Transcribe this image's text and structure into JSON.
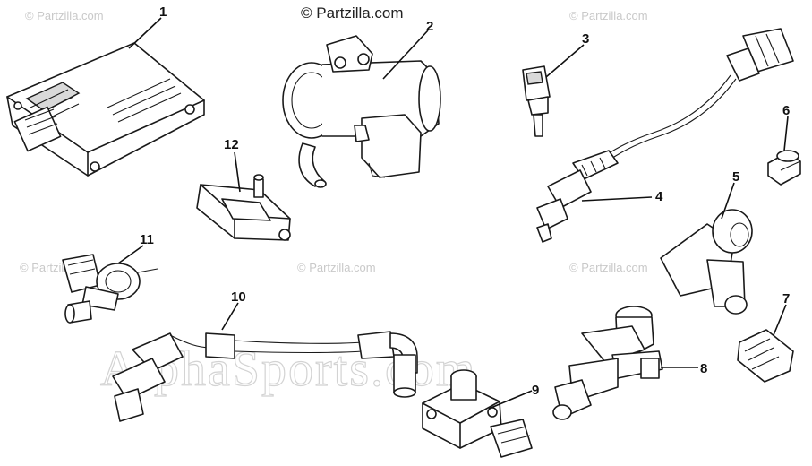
{
  "watermarks": {
    "top_credit": "© Partzilla.com",
    "repeat": "© Partzilla.com",
    "big": "AlphaSports.com"
  },
  "callouts": [
    "1",
    "2",
    "3",
    "4",
    "5",
    "6",
    "7",
    "8",
    "9",
    "10",
    "11",
    "12"
  ]
}
